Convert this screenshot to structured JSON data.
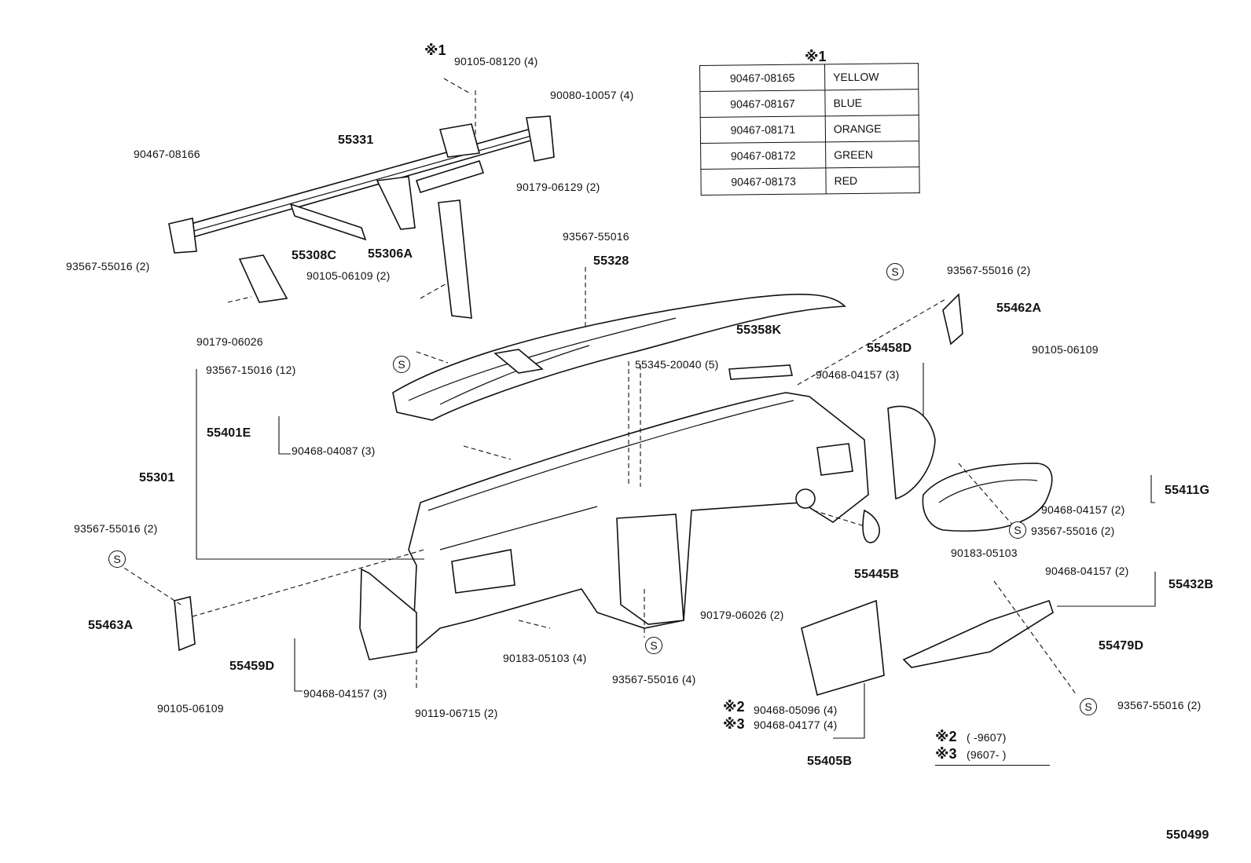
{
  "header_symbol": "※1",
  "legend": {
    "symbol": "※1",
    "rows": [
      {
        "code": "90467-08165",
        "color": "YELLOW"
      },
      {
        "code": "90467-08167",
        "color": "BLUE"
      },
      {
        "code": "90467-08171",
        "color": "ORANGE"
      },
      {
        "code": "90467-08172",
        "color": "GREEN"
      },
      {
        "code": "90467-08173",
        "color": "RED"
      }
    ]
  },
  "notes": {
    "n2_symbol": "※2",
    "n2_text": "(      -9607)",
    "n3_symbol": "※3",
    "n3_text": "(9607-        )"
  },
  "s_symbol": "S",
  "labels": {
    "p9010508120": "90105-08120 (4)",
    "p9008010057": "90080-10057 (4)",
    "p55331": "55331",
    "p9046708166": "90467-08166",
    "p9017906129": "90179-06129 (2)",
    "p9356755016a": "93567-55016",
    "p55328": "55328",
    "p9356755016_2a": "93567-55016 (2)",
    "p55308C": "55308C",
    "p55306A": "55306A",
    "p9010506109_2": "90105-06109 (2)",
    "p9017906026": "90179-06026",
    "p9356755016_2b": "93567-55016 (2)",
    "p55462A": "55462A",
    "p9010506109a": "90105-06109",
    "p55358K": "55358K",
    "p55458D": "55458D",
    "p9356715016": "93567-15016 (12)",
    "p5534520040": "55345-20040 (5)",
    "p9046804157_3a": "90468-04157 (3)",
    "p55401E": "55401E",
    "p9046804087": "90468-04087 (3)",
    "p55301": "55301",
    "p55411G": "55411G",
    "p9046804157_2a": "90468-04157 (2)",
    "p9356755016_2c": "93567-55016 (2)",
    "p9356755016_2d": "93567-55016 (2)",
    "p55445B": "55445B",
    "p9018305103": "90183-05103",
    "p9046804157_2b": "90468-04157 (2)",
    "p55432B": "55432B",
    "p55463A": "55463A",
    "p9017906026_2": "90179-06026 (2)",
    "p55479D": "55479D",
    "p9018305103_4": "90183-05103 (4)",
    "p9356755016_4": "93567-55016 (4)",
    "p9356755016_2e": "93567-55016 (2)",
    "p55459D": "55459D",
    "p9046804157_3b": "90468-04157 (3)",
    "p9011906715": "90119-06715 (2)",
    "p9010506109b": "90105-06109",
    "p9046805096": "90468-05096 (4)",
    "p9046804177": "90468-04177 (4)",
    "p55405B": "55405B",
    "sym2": "※2",
    "sym3": "※3"
  },
  "figure_number": "550499"
}
